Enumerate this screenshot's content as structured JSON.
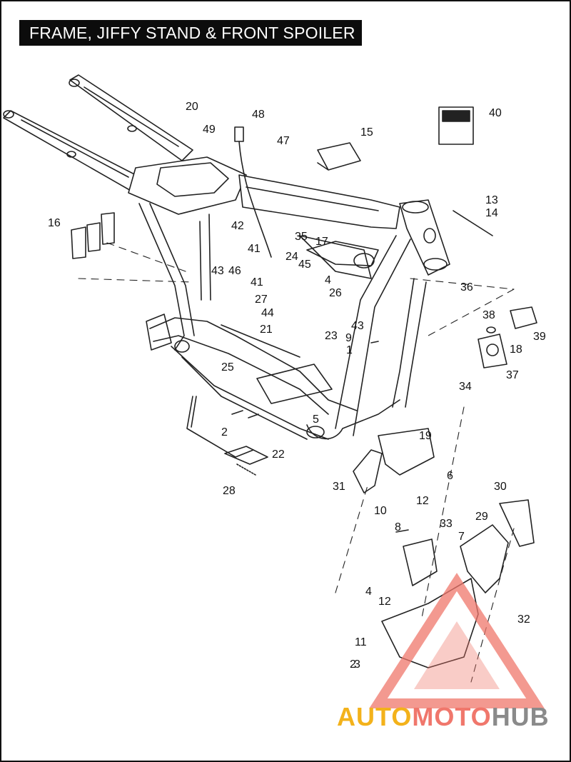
{
  "title": "FRAME, JIFFY STAND & FRONT SPOILER",
  "callouts": [
    "1",
    "2",
    "2",
    "3",
    "4",
    "4",
    "5",
    "6",
    "7",
    "8",
    "9",
    "10",
    "11",
    "12",
    "12",
    "13",
    "14",
    "15",
    "16",
    "17",
    "18",
    "19",
    "20",
    "21",
    "22",
    "23",
    "24",
    "25",
    "26",
    "27",
    "28",
    "29",
    "30",
    "31",
    "32",
    "33",
    "34",
    "35",
    "36",
    "37",
    "38",
    "39",
    "40",
    "41",
    "41",
    "42",
    "43",
    "43",
    "44",
    "45",
    "46",
    "47",
    "48",
    "49"
  ],
  "watermark": {
    "brand_part1": "AUTO",
    "brand_part2": "MOTO",
    "brand_part3": "HUB",
    "color1": "#f3b21b",
    "color2": "#f0776c",
    "color3": "#8a8a8a"
  },
  "colors": {
    "line": "#222222",
    "background": "#ffffff"
  }
}
